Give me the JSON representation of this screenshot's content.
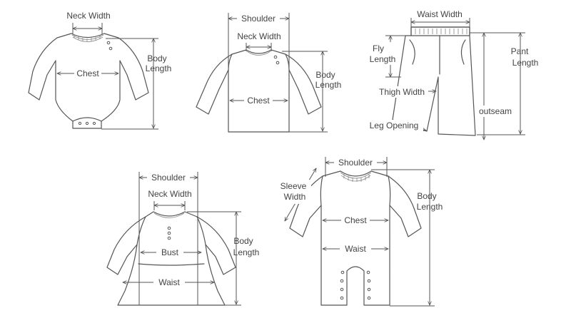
{
  "onesie": {
    "neck": "Neck Width",
    "chest": "Chest",
    "body1": "Body",
    "body2": "Length"
  },
  "sweater": {
    "shoulder": "Shoulder",
    "neck": "Neck Width",
    "chest": "Chest",
    "body1": "Body",
    "body2": "Length"
  },
  "pants": {
    "waist": "Waist Width",
    "fly1": "Fly",
    "fly2": "Length",
    "pant1": "Pant",
    "pant2": "Length",
    "thigh": "Thigh Width",
    "outseam": "outseam",
    "leg": "Leg Opening"
  },
  "dress": {
    "shoulder": "Shoulder",
    "neck": "Neck Width",
    "bust": "Bust",
    "waist": "Waist",
    "body1": "Body",
    "body2": "Length"
  },
  "romper": {
    "shoulder": "Shoulder",
    "sleeve1": "Sleeve",
    "sleeve2": "Width",
    "chest": "Chest",
    "waist": "Waist",
    "body1": "Body",
    "body2": "Length"
  }
}
